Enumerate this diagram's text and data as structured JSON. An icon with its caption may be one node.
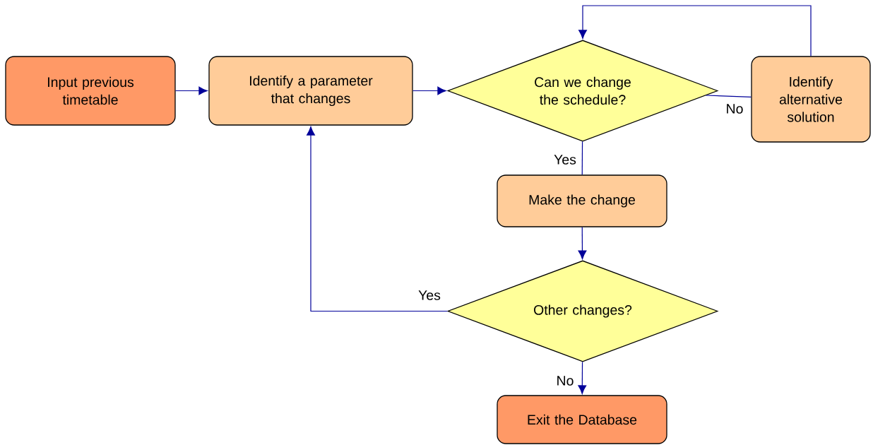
{
  "diagram": {
    "nodes": [
      {
        "text": [
          "Input previous timetable"
        ]
      },
      {
        "text": [
          "Identify a parameter that changes"
        ]
      },
      {
        "text": [
          "Can we change the schedule?"
        ]
      },
      {
        "text": [
          "Identify alternative solution"
        ]
      },
      {
        "text": [
          "Make the change"
        ]
      },
      {
        "text": [
          "Other changes?"
        ]
      },
      {
        "text": [
          "Exit the Database"
        ]
      }
    ],
    "edges": [
      {
        "from": 0,
        "to": 1,
        "arrow": "to"
      },
      {
        "from": 1,
        "to": 2,
        "arrow": "to"
      },
      {
        "from": 2,
        "to": 3,
        "arrow": "none",
        "label": "No"
      },
      {
        "from": 3,
        "to": 2,
        "arrow": "to"
      },
      {
        "from": 2,
        "to": 4,
        "arrow": "none",
        "label": "Yes"
      },
      {
        "from": 4,
        "to": 5,
        "arrow": "to"
      },
      {
        "from": 5,
        "to": 1,
        "arrow": "to",
        "label": "Yes"
      },
      {
        "from": 5,
        "to": 6,
        "arrow": "to",
        "label": "No"
      }
    ]
  }
}
